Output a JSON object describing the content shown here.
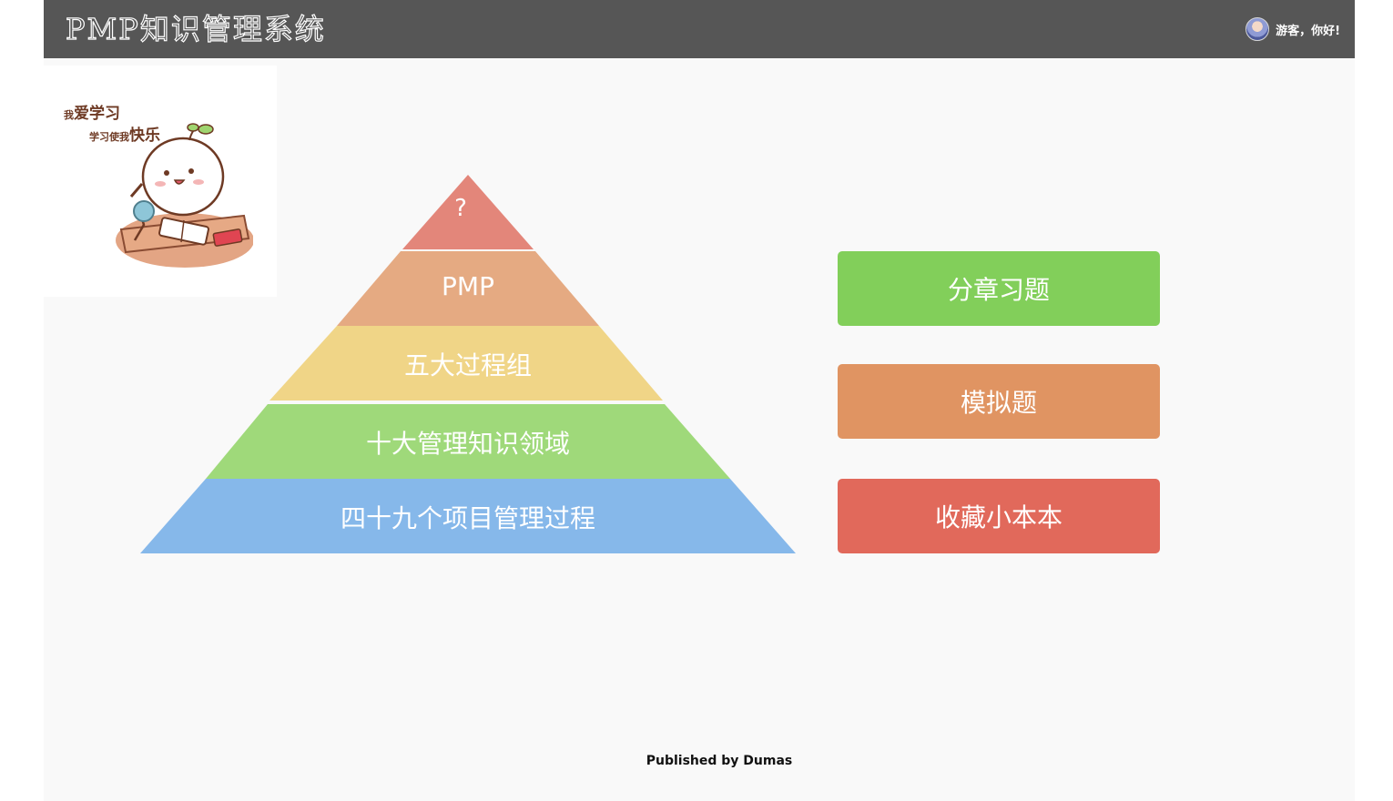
{
  "header": {
    "app_title": "PMP知识管理系统",
    "greeting": "游客，你好!"
  },
  "mascot": {
    "line1_small": "我",
    "line1_big": "爱学习",
    "line2_small": "学习使我",
    "line2_big": "快乐"
  },
  "pyramid": {
    "tiers": [
      {
        "label": "?",
        "color": "#e3867a"
      },
      {
        "label": "PMP",
        "color": "#e5aa82"
      },
      {
        "label": "五大过程组",
        "color": "#f0d587"
      },
      {
        "label": "十大管理知识领域",
        "color": "#9fd97a"
      },
      {
        "label": "四十九个项目管理过程",
        "color": "#86b8ea"
      }
    ]
  },
  "actions": {
    "chapter_exercises": "分章习题",
    "mock_exam": "模拟题",
    "favorites": "收藏小本本",
    "colors": {
      "chapter": "#82cf5a",
      "mock": "#e09462",
      "favorites": "#e1695b"
    }
  },
  "footer": {
    "text": "Published by Dumas"
  }
}
